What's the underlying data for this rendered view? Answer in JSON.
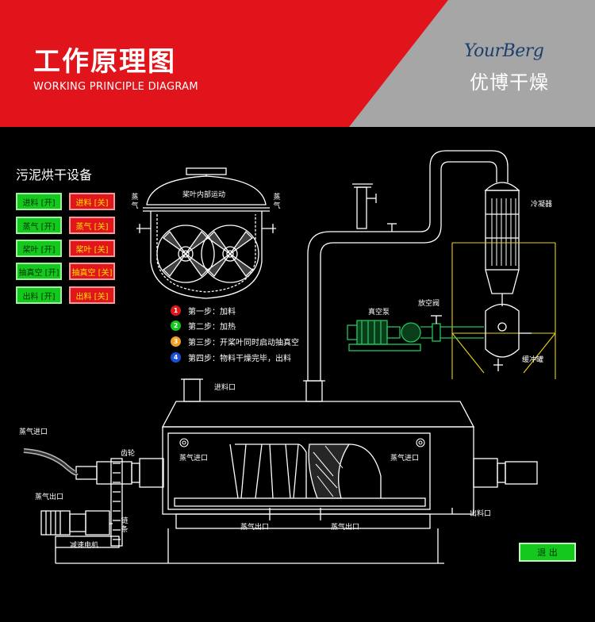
{
  "header": {
    "title": "工作原理图",
    "subtitle": "WORKING PRINCIPLE DIAGRAM",
    "brand_logo": "YourBerg",
    "brand_cn": "优博干燥",
    "colors": {
      "red": "#e1141b",
      "gray": "#a6a6a6",
      "brand_blue": "#1d3f6e"
    }
  },
  "system_title": "污泥烘干设备",
  "controls": [
    {
      "on_label": "进料 [开]",
      "off_label": "进料 [关]"
    },
    {
      "on_label": "蒸气 [开]",
      "off_label": "蒸气 [关]"
    },
    {
      "on_label": "桨叶 [开]",
      "off_label": "桨叶 [关]"
    },
    {
      "on_label": "抽真空 [开]",
      "off_label": "抽真空 [关]"
    },
    {
      "on_label": "出料 [开]",
      "off_label": "出料 [关]"
    }
  ],
  "steps": [
    {
      "num": "1",
      "text": "第一步：加料",
      "color": "#e0161a"
    },
    {
      "num": "2",
      "text": "第二步：加热",
      "color": "#14c81e"
    },
    {
      "num": "3",
      "text": "第三步：开桨叶同时启动抽真空",
      "color": "#f0a020"
    },
    {
      "num": "4",
      "text": "第四步：物料干燥完毕，出料",
      "color": "#1a4fd8"
    }
  ],
  "labels": {
    "paddle_interior": "桨叶内部运动",
    "steam_left": "蒸气",
    "steam_right": "蒸气",
    "condenser": "冷凝器",
    "relief_valve": "放空阀",
    "vacuum_pump": "真空泵",
    "buffer_tank": "缓冲罐",
    "feed_inlet": "进料口",
    "steam_inlet_top": "蒸气进口",
    "gear": "齿轮",
    "steam_inlet_left": "蒸气进口",
    "steam_inlet_right": "蒸气进口",
    "steam_outlet_left": "蒸气出口",
    "steam_outlet_bottom1": "蒸气出口",
    "steam_outlet_bottom2": "蒸气出口",
    "chain": "链条",
    "discharge": "出料口",
    "motor": "减速电机"
  },
  "exit_label": "退 出"
}
